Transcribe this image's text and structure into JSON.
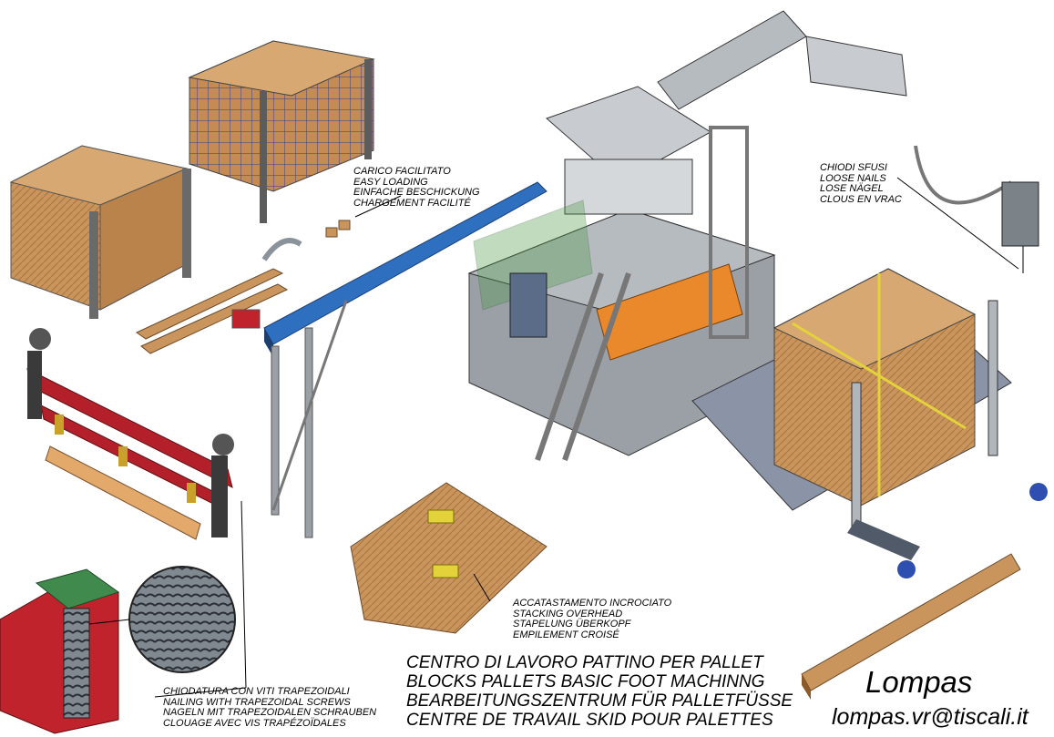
{
  "colors": {
    "wood": "#c9955c",
    "wood_dark": "#8b5a2b",
    "machine_grey": "#9aa0a6",
    "blue_beam": "#2f6fc0",
    "red_beam": "#b3202a",
    "orange_pallet": "#e9892b",
    "green_frame": "#3a8a3a",
    "strap_yellow": "#e3d23a"
  },
  "labels": {
    "loading": [
      "CARICO FACILITATO",
      "EASY LOADING",
      "EINFACHE BESCHICKUNG",
      "CHARGEMENT FACILITÉ"
    ],
    "nails": [
      "CHIODI SFUSI",
      "LOOSE NAILS",
      "LOSE NÄGEL",
      "CLOUS EN VRAC"
    ],
    "stacking": [
      "ACCATASTAMENTO INCROCIATO",
      "STACKING OVERHEAD",
      "STAPELUNG ÜBERKOPF",
      "EMPILEMENT CROISÉ"
    ],
    "nailing": [
      "CHIODATURA CON VITI TRAPEZOIDALI",
      "NAILING WITH TRAPEZOIDAL SCREWS",
      "NAGELN MIT TRAPEZOIDALEN SCHRAUBEN",
      "CLOUAGE AVEC VIS TRAPÉZOÏDALES"
    ],
    "title": [
      "CENTRO DI LAVORO PATTINO PER PALLET",
      "BLOCKS PALLETS BASIC FOOT MACHINNG",
      "BEARBEITUNGSZENTRUM FÜR PALLETFÜSSE",
      "CENTRE DE TRAVAIL SKID POUR PALETTES"
    ]
  },
  "brand": {
    "name": "Lompas",
    "email": "lompas.vr@tiscali.it"
  }
}
